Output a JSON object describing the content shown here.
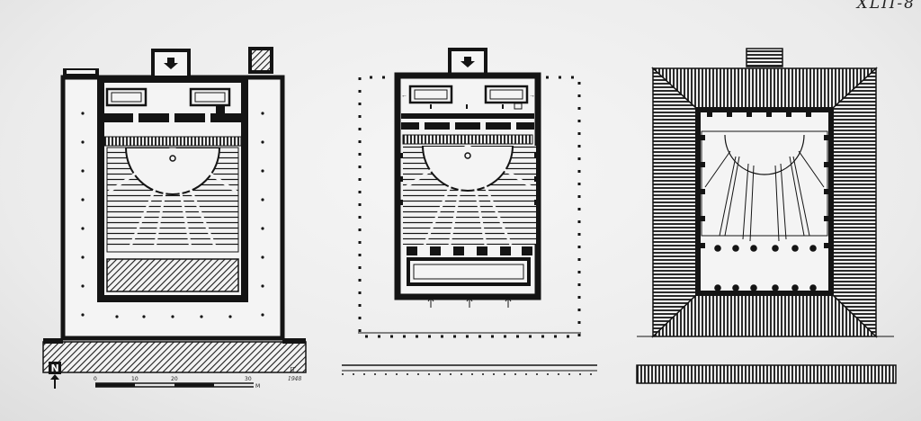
{
  "plate_label": "XLII-8",
  "scale": {
    "ticks": [
      "0",
      "10",
      "20",
      "30"
    ],
    "unit": "M"
  },
  "signature": {
    "initials": "JT",
    "date": "1948"
  },
  "north_label": "N",
  "colors": {
    "ink": "#141414",
    "paper": "#f2f2f2",
    "hatch": "#1c1c1c"
  }
}
